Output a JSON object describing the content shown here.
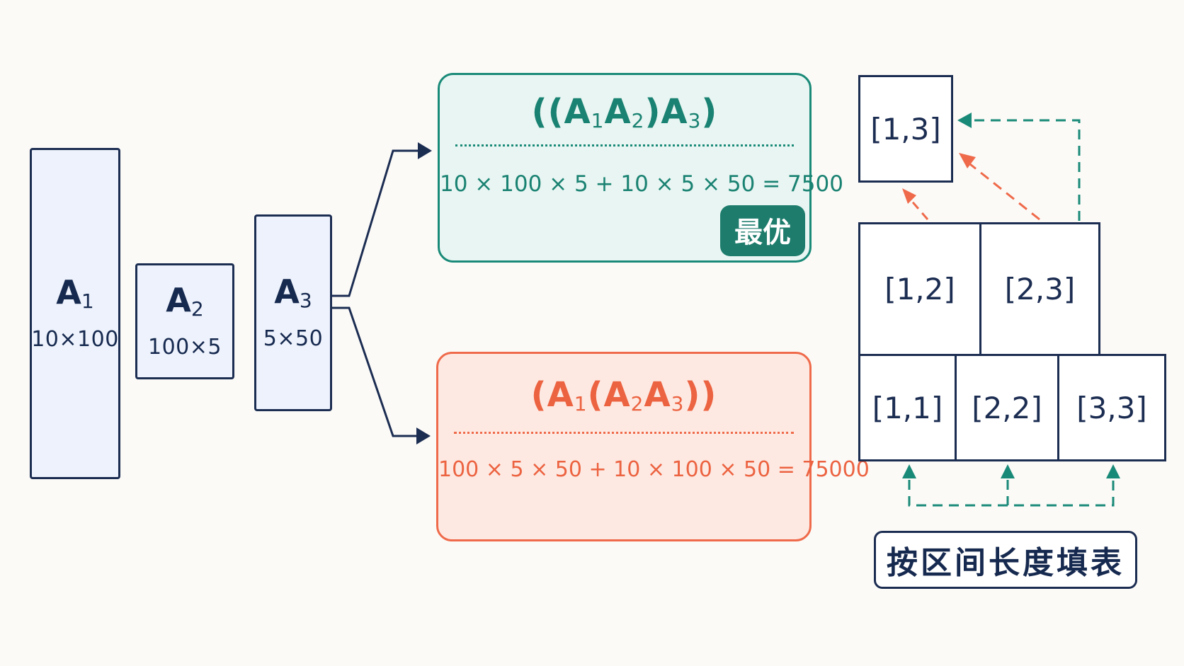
{
  "matrices": [
    {
      "name": "A",
      "index": "1",
      "dim": "10×100"
    },
    {
      "name": "A",
      "index": "2",
      "dim": "100×5"
    },
    {
      "name": "A",
      "index": "3",
      "dim": "5×50"
    }
  ],
  "best": {
    "expr_open": "((A",
    "sub1": "1",
    "mid1": "A",
    "sub2": "2",
    "mid2": ")A",
    "sub3": "3",
    "expr_close": ")",
    "calc": "10 × 100 × 5  +  10 × 5 × 50  =  7500",
    "badge": "最优"
  },
  "alt": {
    "expr_open": "(A",
    "sub1": "1",
    "mid1": "(A",
    "sub2": "2",
    "mid2": "A",
    "sub3": "3",
    "expr_close": "))",
    "calc": "100 × 5 × 50  +  10 × 100 × 50  =  75000"
  },
  "dp_table": {
    "cells": {
      "c13": "[1,3]",
      "c12": "[1,2]",
      "c23": "[2,3]",
      "c11": "[1,1]",
      "c22": "[2,2]",
      "c33": "[3,3]"
    },
    "caption": "按区间长度填表"
  },
  "colors": {
    "navy": "#1c2d52",
    "teal": "#1a8a78",
    "coral": "#ef6a4a"
  }
}
